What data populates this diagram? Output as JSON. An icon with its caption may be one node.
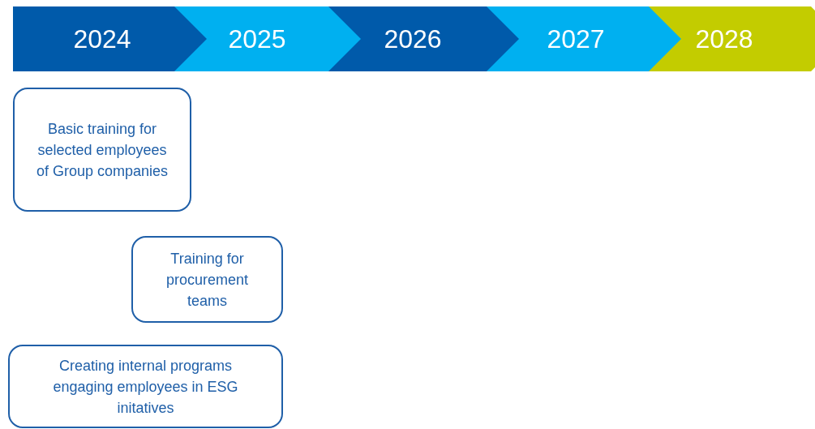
{
  "diagram": {
    "nodes": [
      {
        "text": [
          "2024"
        ]
      },
      {
        "text": [
          "2025"
        ]
      },
      {
        "text": [
          "2026"
        ]
      },
      {
        "text": [
          "2027"
        ]
      },
      {
        "text": [
          "2028"
        ]
      },
      {
        "text": [
          "Basic training for selected employees of Group companies"
        ]
      },
      {
        "text": [
          "Training for procurement teams"
        ]
      },
      {
        "text": [
          "Creating internal programs engaging employees in ESG initatives"
        ]
      }
    ],
    "edges": []
  }
}
